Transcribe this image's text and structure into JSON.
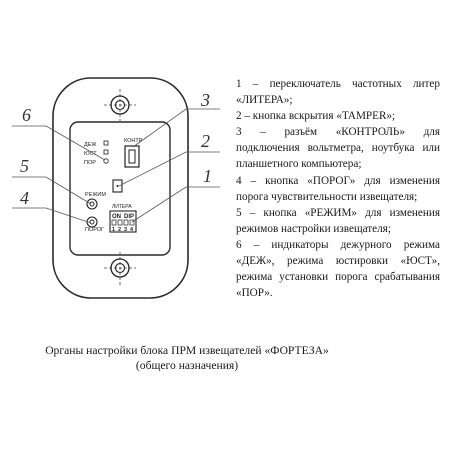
{
  "callouts": [
    "1",
    "2",
    "3",
    "4",
    "5",
    "6"
  ],
  "panel": {
    "indicators": [
      "ДЕЖ",
      "ЮСТ",
      "ПОР"
    ],
    "kontr_label": "КОНТР",
    "rezhim_label": "РЕЖИМ",
    "porog_label": "ПОРОГ",
    "litera_label": "ЛИТЕРА",
    "dip_on": "ON",
    "dip_dip": "DIP",
    "dip_numbers": [
      "1",
      "2",
      "3",
      "4"
    ]
  },
  "legend": [
    "1 – переключатель частотных литер «ЛИТЕРА»;",
    "2 – кнопка вскрытия «TAMPER»;",
    "3 – разъём «КОНТРОЛЬ» для подключения вольтметра, ноутбука или планшетного компьютера;",
    "4 – кнопка «ПОРОГ» для изменения порога чувствительности извещателя;",
    "5 – кнопка «РЕЖИМ» для изменения режимов настройки извещателя;",
    "6 – индикаторы дежурного режима «ДЕЖ», режима юстировки «ЮСТ», режима установки порога срабатывания «ПОР»."
  ],
  "caption": {
    "line1": "Органы настройки блока ПРМ извещателей «ФОРТЕЗА»",
    "line2": "(общего назначения)"
  }
}
